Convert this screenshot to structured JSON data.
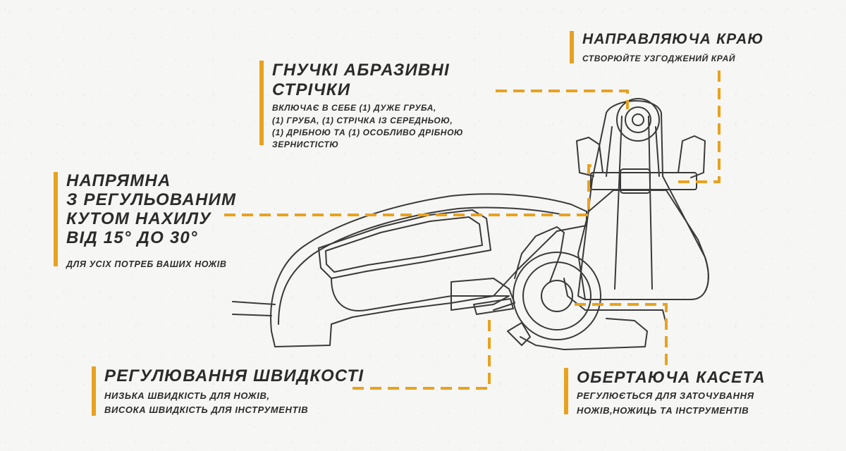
{
  "accent_color": "#E8A21F",
  "line_color": "#3a3a3a",
  "callouts": {
    "edge_guide": {
      "title": "Направляюча краю",
      "desc": "Створюйте узгоджений край"
    },
    "belts": {
      "title_lines": [
        "Гнучкі абразивні",
        "стрічки"
      ],
      "desc_lines": [
        "Включає в себе (1) дуже груба,",
        "(1) груба, (1) стрічка із середньою,",
        "(1) дрібною та (1) особливо дрібною",
        "зернистістю"
      ]
    },
    "angle_guide": {
      "title_lines": [
        "Напрямна",
        "з регульованим",
        "кутом нахилу",
        "від 15° до 30°"
      ],
      "desc": "Для усіх потреб ваших ножів"
    },
    "speed": {
      "title": "Регулювання швидкості",
      "desc_lines": [
        "Низька швидкість для ножів,",
        "висока швидкість для інструментів"
      ]
    },
    "cassette": {
      "title": "Обертаюча касета",
      "desc_lines": [
        "Регулюється для заточування",
        "ножів,ножиць та інструментів"
      ]
    }
  }
}
